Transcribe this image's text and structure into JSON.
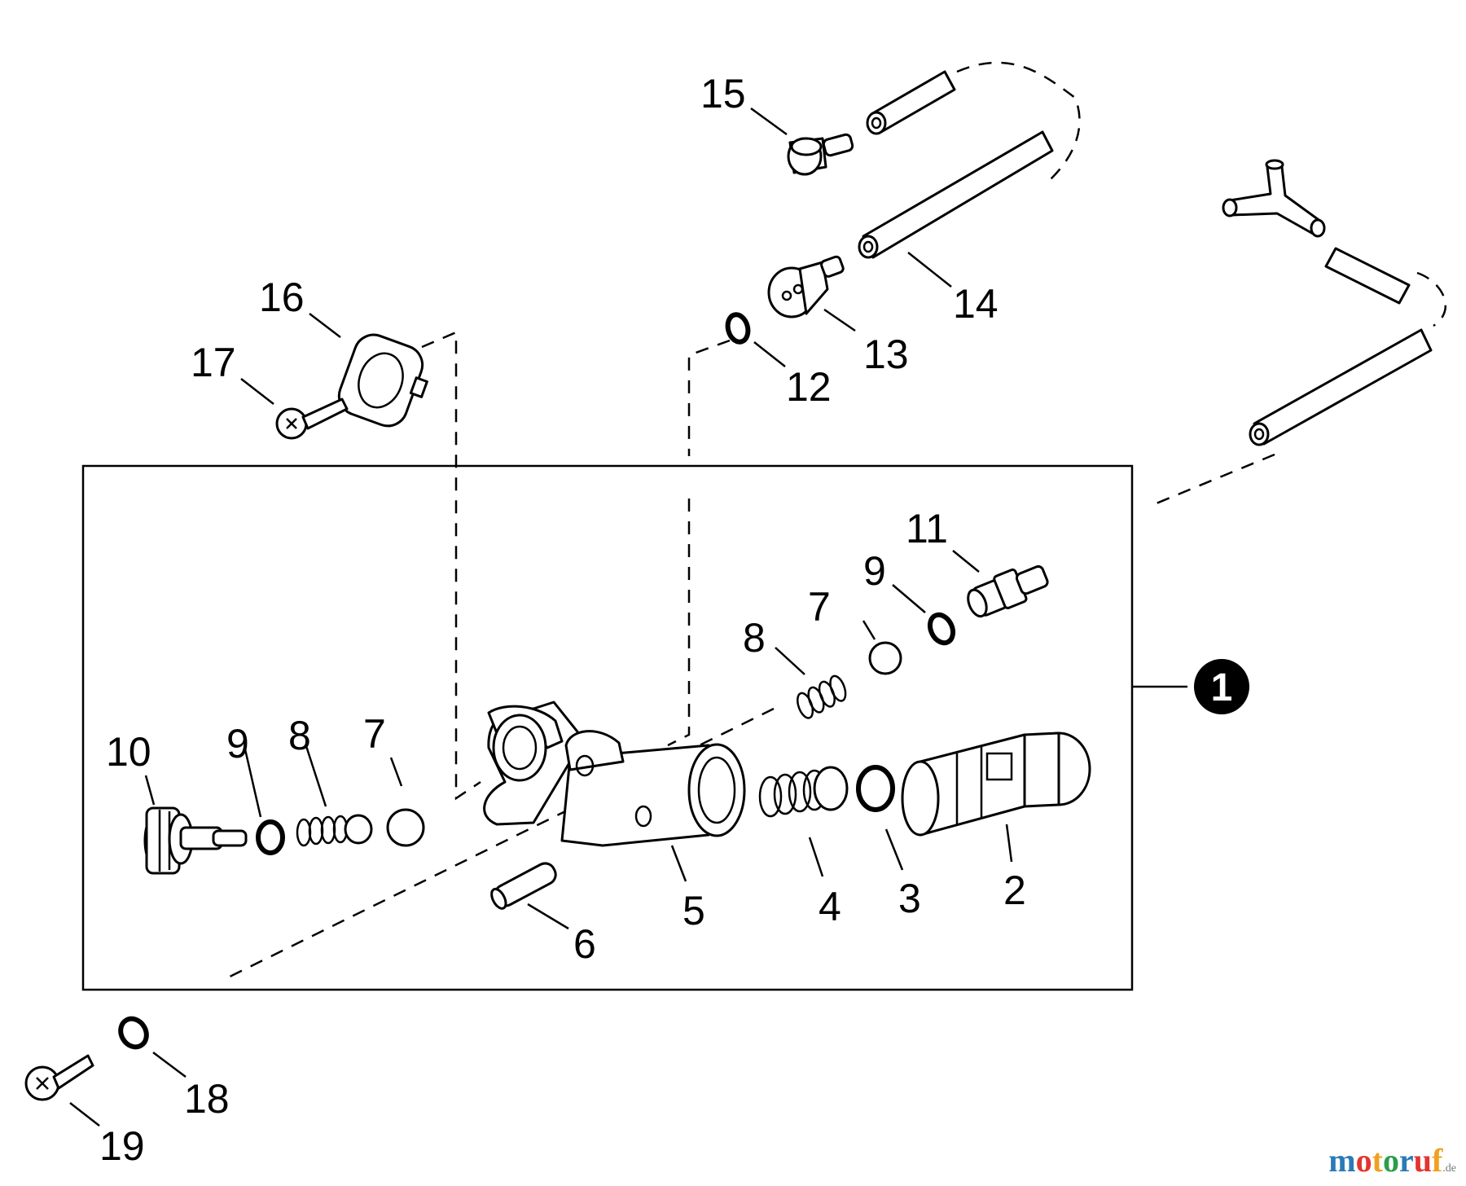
{
  "diagram": {
    "part_labels": [
      "2",
      "3",
      "4",
      "5",
      "6",
      "7",
      "8",
      "9",
      "10",
      "11",
      "12",
      "13",
      "14",
      "15",
      "16",
      "17",
      "18",
      "19",
      "7",
      "8",
      "9"
    ],
    "assembly_callout": "1"
  },
  "watermark": {
    "text": "motoruf",
    "suffix": ".de",
    "letter_colors": [
      "#2a7ab8",
      "#e3342f",
      "#f0a020",
      "#2a9d4a",
      "#2a7ab8",
      "#e3342f",
      "#f0a020"
    ]
  }
}
